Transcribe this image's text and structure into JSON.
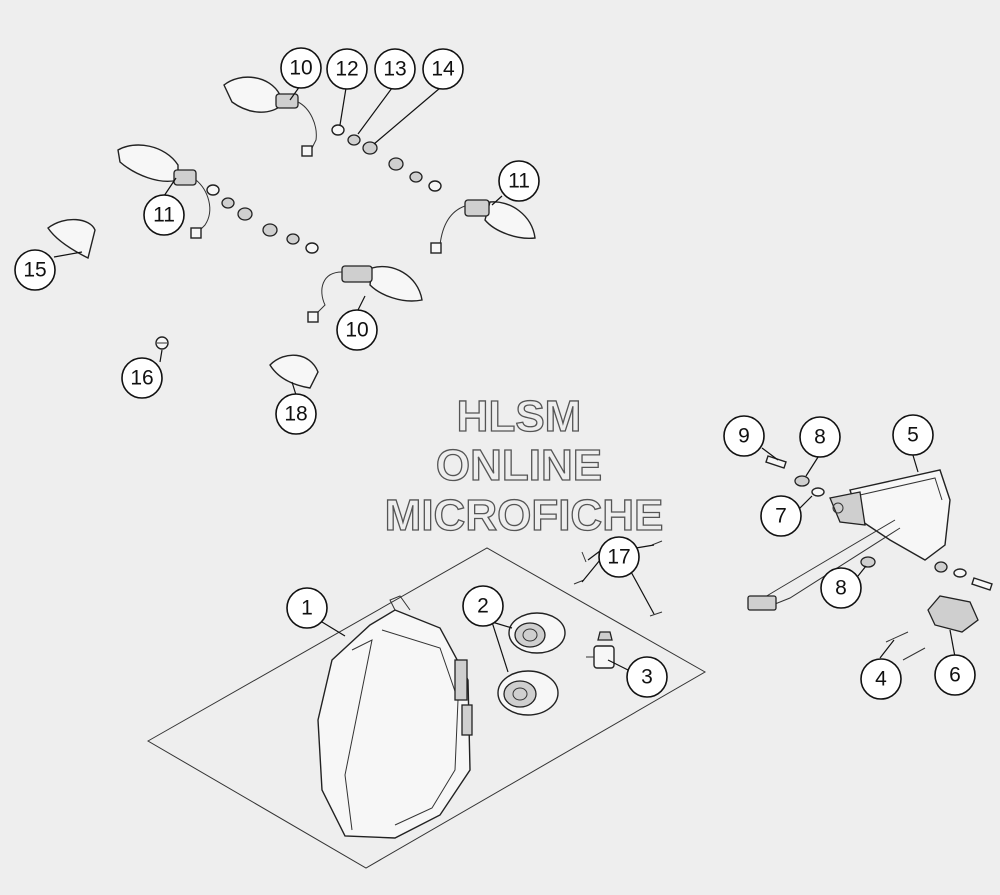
{
  "watermark": {
    "line1": "HLSM",
    "line2": "ONLINE",
    "line3": "MICROFICHE"
  },
  "callouts": [
    {
      "id": "c1",
      "label": "1"
    },
    {
      "id": "c2",
      "label": "2"
    },
    {
      "id": "c3",
      "label": "3"
    },
    {
      "id": "c4",
      "label": "4"
    },
    {
      "id": "c5",
      "label": "5"
    },
    {
      "id": "c6",
      "label": "6"
    },
    {
      "id": "c7",
      "label": "7"
    },
    {
      "id": "c8a",
      "label": "8"
    },
    {
      "id": "c8b",
      "label": "8"
    },
    {
      "id": "c9",
      "label": "9"
    },
    {
      "id": "c10a",
      "label": "10"
    },
    {
      "id": "c10b",
      "label": "10"
    },
    {
      "id": "c11a",
      "label": "11"
    },
    {
      "id": "c11b",
      "label": "11"
    },
    {
      "id": "c12",
      "label": "12"
    },
    {
      "id": "c13",
      "label": "13"
    },
    {
      "id": "c14",
      "label": "14"
    },
    {
      "id": "c15",
      "label": "15"
    },
    {
      "id": "c16",
      "label": "16"
    },
    {
      "id": "c17",
      "label": "17"
    },
    {
      "id": "c18",
      "label": "18"
    }
  ]
}
